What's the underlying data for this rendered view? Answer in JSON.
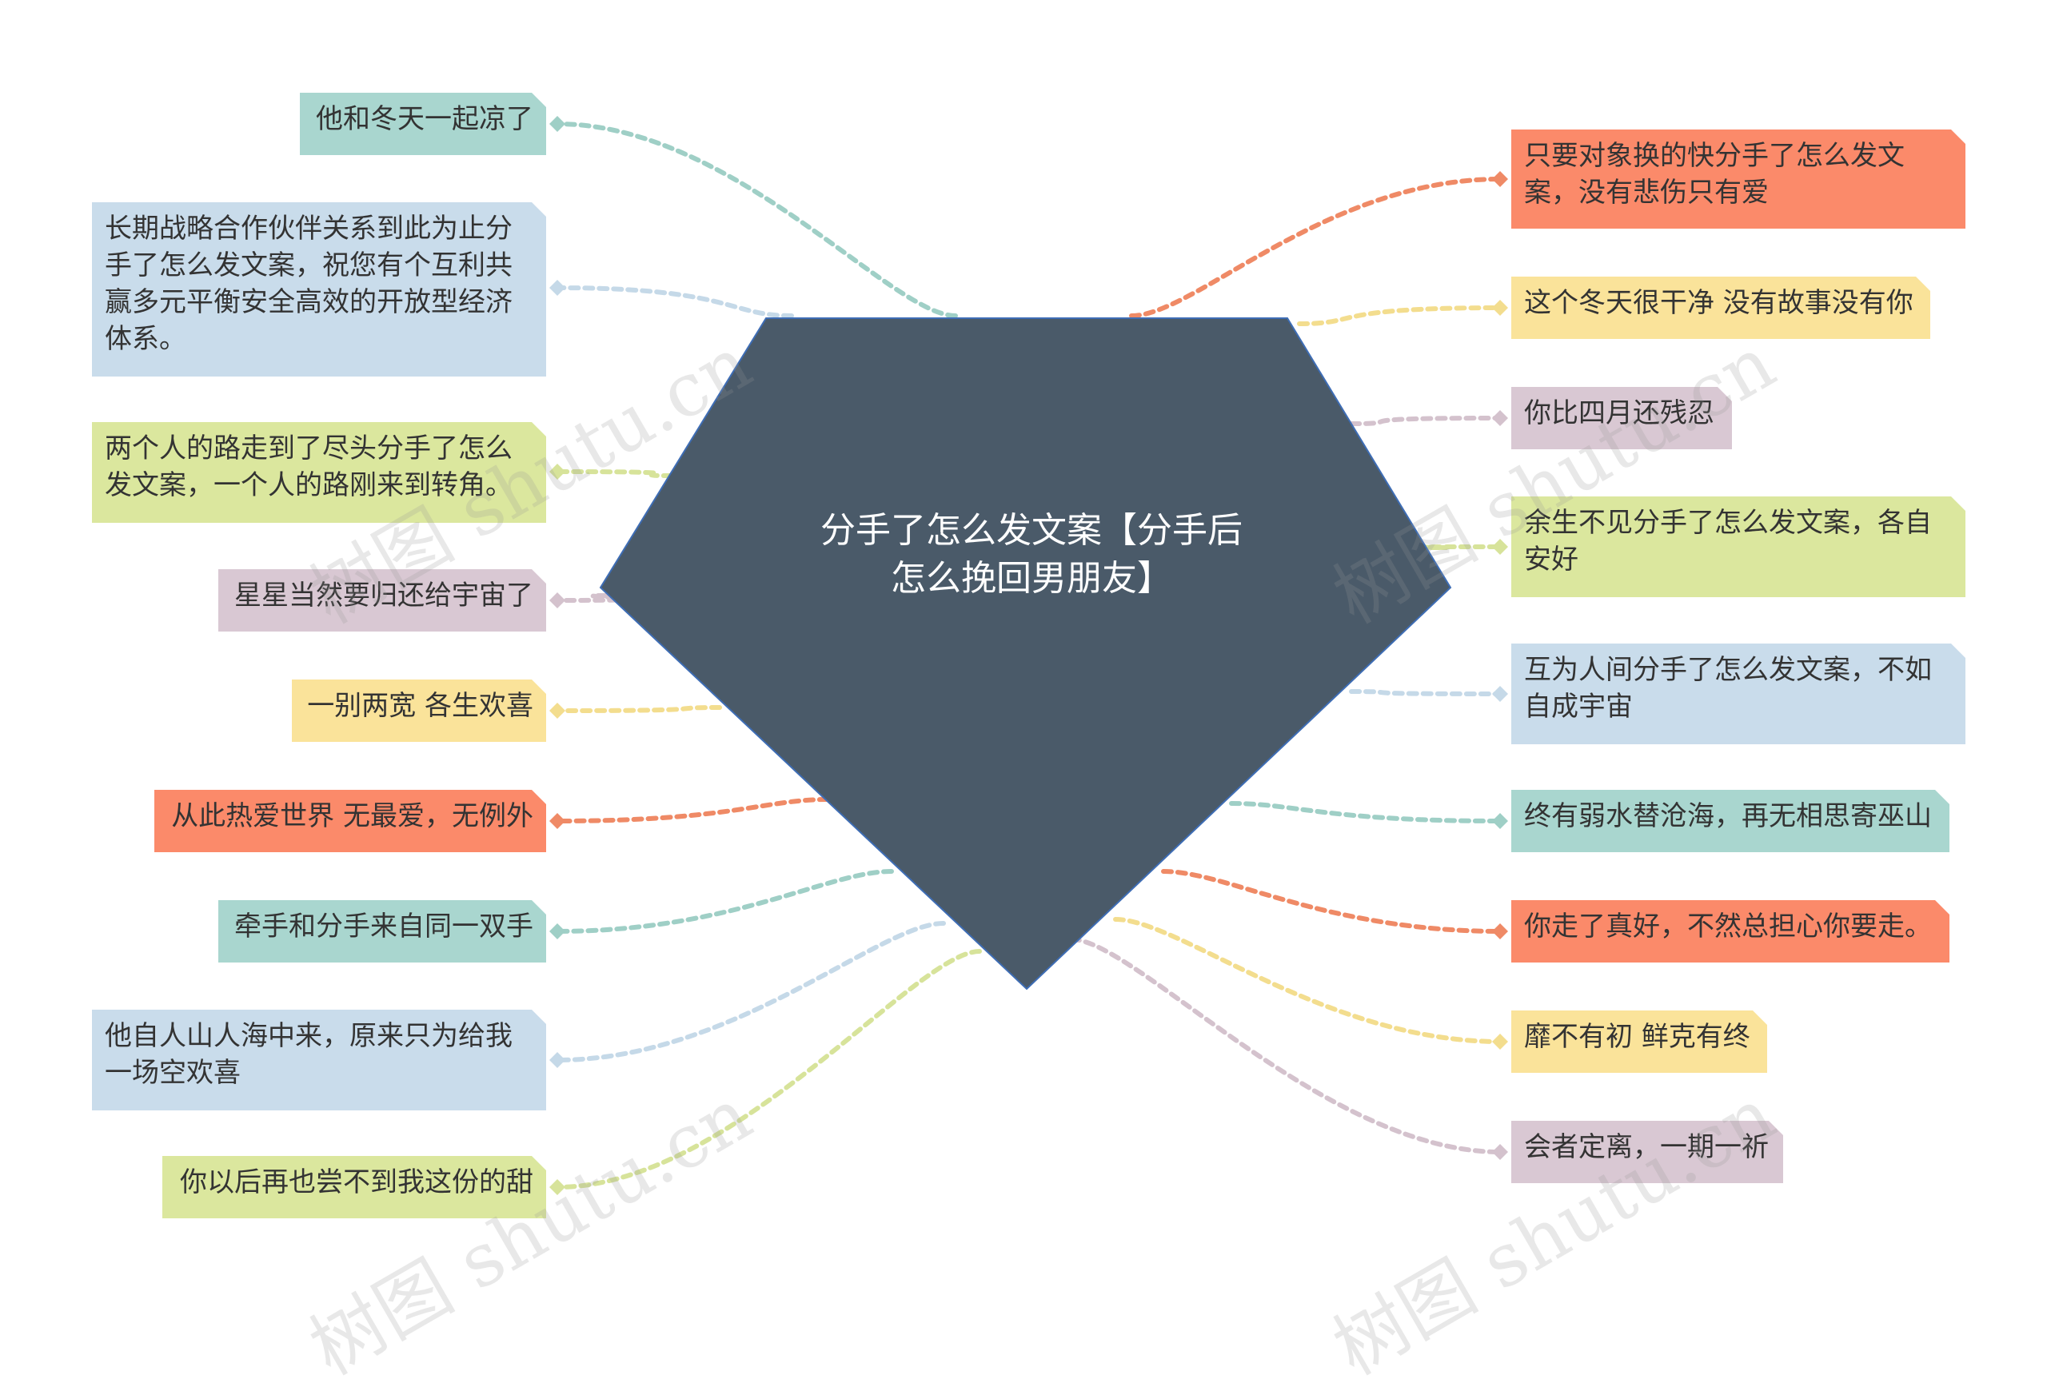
{
  "center": {
    "title": "分手了怎么发文案【分手后怎么挽回男朋友】",
    "color": "#4a5a69"
  },
  "colors": {
    "teal": "#a9d6cf",
    "blue": "#c9dceb",
    "green": "#dbe79e",
    "mauve": "#d9c8d3",
    "yellow": "#fae39a",
    "orange": "#fb8a6a",
    "teal_line": "#9fcfc6",
    "blue_line": "#c5d9e8",
    "green_line": "#d7e39a",
    "mauve_line": "#d4c2cd",
    "yellow_line": "#f3dd8e",
    "orange_line": "#ef8a66"
  },
  "left_branches": [
    {
      "text": "他和冬天一起凉了",
      "color": "teal"
    },
    {
      "text": "长期战略合作伙伴关系到此为止分手了怎么发文案，祝您有个互利共赢多元平衡安全高效的开放型经济体系。",
      "color": "blue"
    },
    {
      "text": "两个人的路走到了尽头分手了怎么发文案，一个人的路刚来到转角。",
      "color": "green"
    },
    {
      "text": "星星当然要归还给宇宙了",
      "color": "mauve"
    },
    {
      "text": "一别两宽 各生欢喜",
      "color": "yellow"
    },
    {
      "text": "从此热爱世界 无最爱，无例外",
      "color": "orange"
    },
    {
      "text": "牵手和分手来自同一双手",
      "color": "teal"
    },
    {
      "text": "他自人山人海中来，原来只为给我一场空欢喜",
      "color": "blue"
    },
    {
      "text": "你以后再也尝不到我这份的甜",
      "color": "green"
    }
  ],
  "right_branches": [
    {
      "text": "只要对象换的快分手了怎么发文案，没有悲伤只有爱",
      "color": "orange"
    },
    {
      "text": "这个冬天很干净 没有故事没有你",
      "color": "yellow"
    },
    {
      "text": "你比四月还残忍",
      "color": "mauve"
    },
    {
      "text": "余生不见分手了怎么发文案，各自安好",
      "color": "green"
    },
    {
      "text": "互为人间分手了怎么发文案，不如自成宇宙",
      "color": "blue"
    },
    {
      "text": "终有弱水替沧海，再无相思寄巫山",
      "color": "teal"
    },
    {
      "text": "你走了真好，不然总担心你要走。",
      "color": "orange"
    },
    {
      "text": "靡不有初 鲜克有终",
      "color": "yellow"
    },
    {
      "text": "会者定离，一期一祈",
      "color": "mauve"
    }
  ],
  "watermark": "树图 shutu.cn"
}
